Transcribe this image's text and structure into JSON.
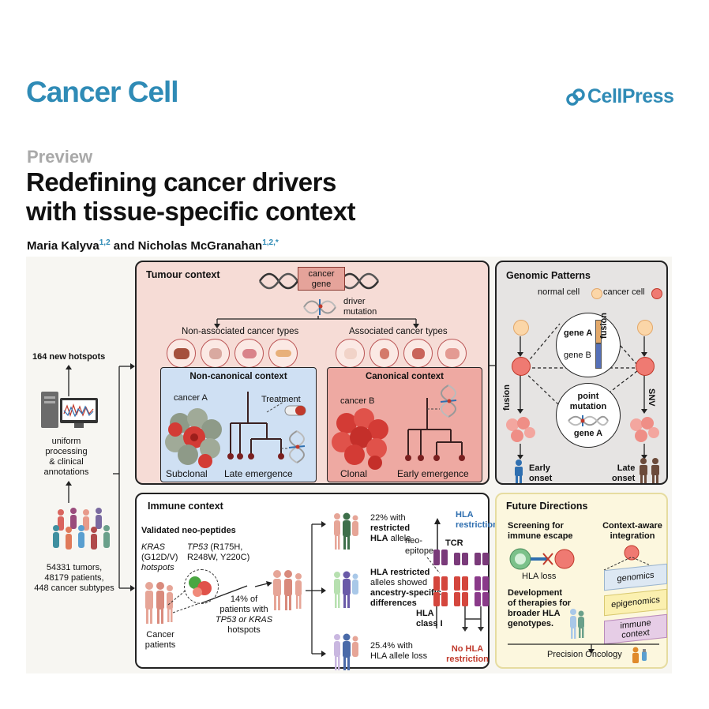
{
  "header": {
    "journal": "Cancer Cell",
    "publisher": "CellPress",
    "article_type": "Preview",
    "title_line1": "Redefining cancer drivers",
    "title_line2": "with tissue-specific context",
    "author1": "Maria Kalyva",
    "author1_aff": "1,2",
    "author_join": " and ",
    "author2": "Nicholas McGranahan",
    "author2_aff": "1,2,*"
  },
  "left": {
    "hotspots": "164 new hotspots",
    "processing_l1": "uniform",
    "processing_l2": "processing",
    "processing_l3": "& clinical",
    "processing_l4": "annotations",
    "cohort_l1": "54331 tumors,",
    "cohort_l2": "48179 patients,",
    "cohort_l3": "448 cancer subtypes"
  },
  "tumour": {
    "title": "Tumour context",
    "gene_l1": "cancer",
    "gene_l2": "gene",
    "driver_l1": "driver",
    "driver_l2": "mutation",
    "non_assoc": "Non-associated cancer types",
    "assoc": "Associated cancer types",
    "noncanon_title": "Non-canonical context",
    "cancer_a": "cancer A",
    "treatment": "Treatment",
    "subclonal": "Subclonal",
    "late": "Late emergence",
    "canon_title": "Canonical context",
    "cancer_b": "cancer B",
    "clonal": "Clonal",
    "early": "Early emergence"
  },
  "genomic": {
    "title": "Genomic Patterns",
    "normal": "normal cell",
    "cancer": "cancer cell",
    "gene_a": "gene A",
    "gene_b": "gene B",
    "fusion": "fusion",
    "point_l1": "point",
    "point_l2": "mutation",
    "gene_a2": "gene A",
    "fusion_side": "fusion",
    "snv": "SNV",
    "early_l1": "Early",
    "early_l2": "onset",
    "late_l1": "Late",
    "late_l2": "onset"
  },
  "immune": {
    "title": "Immune context",
    "validated": "Validated neo-peptides",
    "kras": "KRAS",
    "kras_mut": "(G12D/V)",
    "hotspots": "hotspots",
    "tp53": "TP53",
    "tp53_mut1": " (R175H,",
    "tp53_mut2": "R248W, Y220C)",
    "patients_l1": "Cancer",
    "patients_l2": "patients",
    "pct14_l1": "14% of",
    "pct14_l2": "patients with",
    "pct14_l3": "TP53 or KRAS",
    "pct14_l4": "hotspots",
    "p22_l1": "22% with",
    "p22_l2": "restricted",
    "p22_l3": "HLA",
    "p22_l4": " allele",
    "hlar_l1": "HLA restricted",
    "hlar_l2": "alleles showed",
    "hlar_l3": "ancestry-specific",
    "hlar_l4": "differences",
    "p25_l1": "25.4% with",
    "p25_l2": "HLA allele loss",
    "hla_restriction_l1": "HLA",
    "hla_restriction_l2": "restriction",
    "neo_l1": "neo-",
    "neo_l2": "epitope",
    "tcr": "TCR",
    "hla_class_l1": "HLA",
    "hla_class_l2": "class I",
    "no_hla_l1": "No HLA",
    "no_hla_l2": "restriction"
  },
  "future": {
    "title": "Future Directions",
    "screen_l1": "Screening for",
    "screen_l2": "immune escape",
    "hla_loss": "HLA loss",
    "context_l1": "Context-aware",
    "context_l2": "integration",
    "dev_l1": "Development",
    "dev_l2": "of therapies for",
    "dev_l3": "broader HLA",
    "dev_l4": "genotypes.",
    "genomics": "genomics",
    "epigenomics": "epigenomics",
    "immune_l1": "immune",
    "immune_l2": "context",
    "precision": "Precision Oncology"
  },
  "colors": {
    "brand": "#2f8bb6",
    "tumour_bg": "#f6dcd6",
    "noncanonical_bg": "#cfe0f3",
    "canonical_bg": "#eea9a2",
    "genomic_bg": "#e6e4e3",
    "future_bg": "#fcf7de",
    "no_hla": "#c0392b"
  },
  "icons": [
    "cellpress-logo",
    "computer-icon",
    "people-icon",
    "dna-icon",
    "organ-icon",
    "tree-icon",
    "cell-cluster-icon",
    "hla-receptor-icon",
    "person-icon"
  ]
}
